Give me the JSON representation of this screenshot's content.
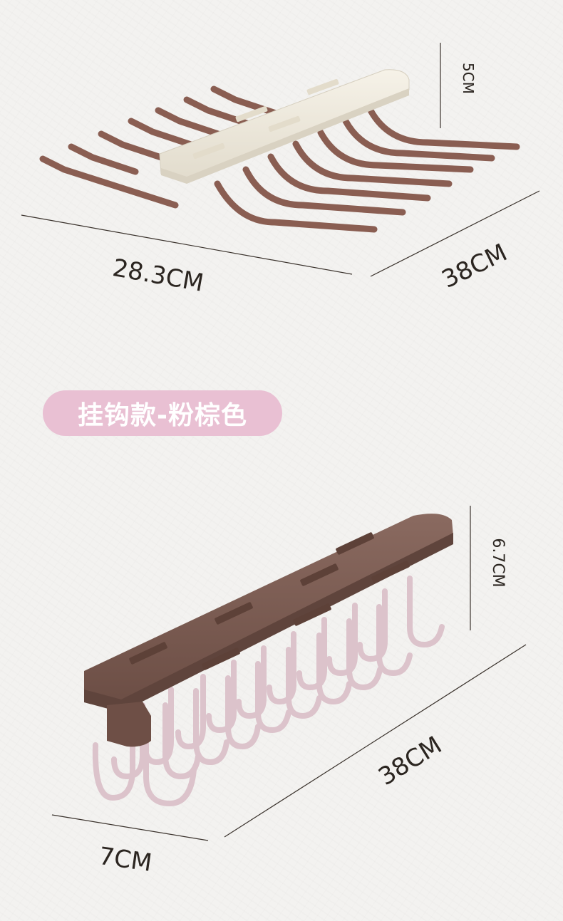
{
  "top_product": {
    "dim_width": "28.3CM",
    "dim_depth": "38CM",
    "dim_height": "5CM"
  },
  "variant_tag": {
    "label": "挂钩款-粉棕色"
  },
  "bottom_product": {
    "dim_width": "7CM",
    "dim_depth": "38CM",
    "dim_height": "6.7CM"
  },
  "colors": {
    "rod_brown": "#8a5e52",
    "base_cream": "#efe9dc",
    "rail_brown": "#7a5a50",
    "hook_pink": "#dcc3cb",
    "pill_pink": "#e9c0d3"
  }
}
